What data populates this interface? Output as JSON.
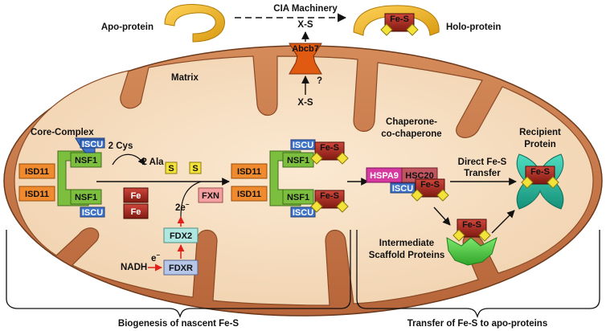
{
  "top": {
    "cia_machinery": "CIA Machinery",
    "xs_top": "X-S",
    "apo_protein": "Apo-protein",
    "holo_protein": "Holo-protein",
    "abcb7": "Abcb7",
    "question": "?",
    "xs_matrix": "X-S"
  },
  "matrix_label": "Matrix",
  "core_complex": {
    "title": "Core-Complex",
    "isd11": "ISD11",
    "nsf1": "NSF1",
    "iscu": "ISCU"
  },
  "reaction": {
    "cys": "2 Cys",
    "ala": "2 Ala",
    "s": "S",
    "fe": "Fe",
    "fxn": "FXN",
    "two_e": "2e",
    "fdx2": "FDX2",
    "fdxr": "FDXR",
    "nadh": "NADH",
    "e": "e"
  },
  "fes_label": "Fe-S",
  "chaperone": {
    "title_line1": "Chaperone-",
    "title_line2": "co-chaperone",
    "hspa9": "HSPA9",
    "hsc20": "HSC20"
  },
  "direct_transfer": {
    "line1": "Direct Fe-S",
    "line2": "Transfer"
  },
  "recipient": {
    "line1": "Recipient",
    "line2": "Protein"
  },
  "intermediate": {
    "line1": "Intermediate",
    "line2": "Scaffold Proteins"
  },
  "bottom": {
    "biogenesis": "Biogenesis of nascent Fe-S",
    "transfer": "Transfer of Fe-S to apo-proteins"
  },
  "colors": {
    "matrix": "#f6ddbe",
    "membrane": "#c97a4a",
    "isd11": "#f08a2e",
    "nsf1": "#7cbf3f",
    "iscu": "#3f74c9",
    "fes": "#a8231c",
    "yellow": "#f3e23a",
    "fxn": "#f4a0a0",
    "fdx": "#aee8e1",
    "fdxr": "#b6c6e8",
    "hspa9": "#d63aa0",
    "hsc20": "#c05560",
    "recipient": "#31c3a8",
    "intermediate": "#56d24b"
  }
}
